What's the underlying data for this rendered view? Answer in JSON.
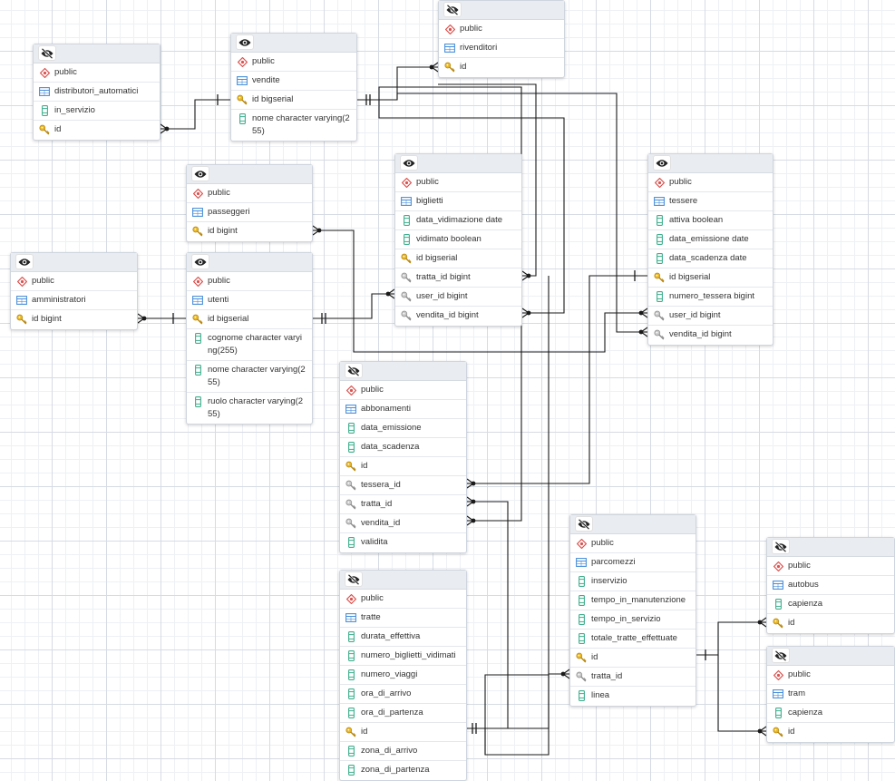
{
  "colors": {
    "line": "#1a1a1a",
    "schema_icon": "#d9534f",
    "table_icon": "#4a8fd8",
    "column_icon": "#3fae8c",
    "key_icon": "#e8b82a",
    "fk_icon": "#8c8c8c"
  },
  "tables": [
    {
      "id": "distributori",
      "eye": "eye-slash-icon",
      "schema": "public",
      "name": "distributori_automatici",
      "columns": [
        {
          "label": "in_servizio",
          "kind": "column"
        },
        {
          "label": "id",
          "kind": "pk"
        }
      ]
    },
    {
      "id": "vendite",
      "eye": "eye-icon",
      "schema": "public",
      "name": "vendite",
      "columns": [
        {
          "label": "id bigserial",
          "kind": "pk"
        },
        {
          "label": "nome character varying(255)",
          "kind": "column"
        }
      ]
    },
    {
      "id": "rivenditori",
      "eye": "eye-slash-icon",
      "schema": "public",
      "name": "rivenditori",
      "columns": [
        {
          "label": "id",
          "kind": "pk"
        }
      ]
    },
    {
      "id": "passeggeri",
      "eye": "eye-icon",
      "schema": "public",
      "name": "passeggeri",
      "columns": [
        {
          "label": "id bigint",
          "kind": "pk"
        }
      ]
    },
    {
      "id": "biglietti",
      "eye": "eye-icon",
      "schema": "public",
      "name": "biglietti",
      "columns": [
        {
          "label": "data_vidimazione date",
          "kind": "column"
        },
        {
          "label": "vidimato boolean",
          "kind": "column"
        },
        {
          "label": "id bigserial",
          "kind": "pk"
        },
        {
          "label": "tratta_id bigint",
          "kind": "fk"
        },
        {
          "label": "user_id bigint",
          "kind": "fk"
        },
        {
          "label": "vendita_id bigint",
          "kind": "fk"
        }
      ]
    },
    {
      "id": "tessere",
      "eye": "eye-icon",
      "schema": "public",
      "name": "tessere",
      "columns": [
        {
          "label": "attiva boolean",
          "kind": "column"
        },
        {
          "label": "data_emissione date",
          "kind": "column"
        },
        {
          "label": "data_scadenza date",
          "kind": "column"
        },
        {
          "label": "id bigserial",
          "kind": "pk"
        },
        {
          "label": "numero_tessera bigint",
          "kind": "column"
        },
        {
          "label": "user_id bigint",
          "kind": "fk"
        },
        {
          "label": "vendita_id bigint",
          "kind": "fk"
        }
      ]
    },
    {
      "id": "amministratori",
      "eye": "eye-icon",
      "schema": "public",
      "name": "amministratori",
      "columns": [
        {
          "label": "id bigint",
          "kind": "pk"
        }
      ]
    },
    {
      "id": "utenti",
      "eye": "eye-icon",
      "schema": "public",
      "name": "utenti",
      "columns": [
        {
          "label": "id bigserial",
          "kind": "pk"
        },
        {
          "label": "cognome character varying(255)",
          "kind": "column"
        },
        {
          "label": "nome character varying(255)",
          "kind": "column"
        },
        {
          "label": "ruolo character varying(255)",
          "kind": "column"
        }
      ]
    },
    {
      "id": "abbonamenti",
      "eye": "eye-slash-icon",
      "schema": "public",
      "name": "abbonamenti",
      "columns": [
        {
          "label": "data_emissione",
          "kind": "column"
        },
        {
          "label": "data_scadenza",
          "kind": "column"
        },
        {
          "label": "id",
          "kind": "pk"
        },
        {
          "label": "tessera_id",
          "kind": "fk"
        },
        {
          "label": "tratta_id",
          "kind": "fk"
        },
        {
          "label": "vendita_id",
          "kind": "fk"
        },
        {
          "label": "validita",
          "kind": "column"
        }
      ]
    },
    {
      "id": "parcomezzi",
      "eye": "eye-slash-icon",
      "schema": "public",
      "name": "parcomezzi",
      "columns": [
        {
          "label": "inservizio",
          "kind": "column"
        },
        {
          "label": "tempo_in_manutenzione",
          "kind": "column"
        },
        {
          "label": "tempo_in_servizio",
          "kind": "column"
        },
        {
          "label": "totale_tratte_effettuate",
          "kind": "column"
        },
        {
          "label": "id",
          "kind": "pk"
        },
        {
          "label": "tratta_id",
          "kind": "fk"
        },
        {
          "label": "linea",
          "kind": "column"
        }
      ]
    },
    {
      "id": "autobus",
      "eye": "eye-slash-icon",
      "schema": "public",
      "name": "autobus",
      "columns": [
        {
          "label": "capienza",
          "kind": "column"
        },
        {
          "label": "id",
          "kind": "pk"
        }
      ]
    },
    {
      "id": "tratte",
      "eye": "eye-slash-icon",
      "schema": "public",
      "name": "tratte",
      "columns": [
        {
          "label": "durata_effettiva",
          "kind": "column"
        },
        {
          "label": "numero_biglietti_vidimati",
          "kind": "column"
        },
        {
          "label": "numero_viaggi",
          "kind": "column"
        },
        {
          "label": "ora_di_arrivo",
          "kind": "column"
        },
        {
          "label": "ora_di_partenza",
          "kind": "column"
        },
        {
          "label": "id",
          "kind": "pk"
        },
        {
          "label": "zona_di_arrivo",
          "kind": "column"
        },
        {
          "label": "zona_di_partenza",
          "kind": "column"
        }
      ]
    },
    {
      "id": "tram",
      "eye": "eye-slash-icon",
      "schema": "public",
      "name": "tram",
      "columns": [
        {
          "label": "capienza",
          "kind": "column"
        },
        {
          "label": "id",
          "kind": "pk"
        }
      ]
    }
  ]
}
